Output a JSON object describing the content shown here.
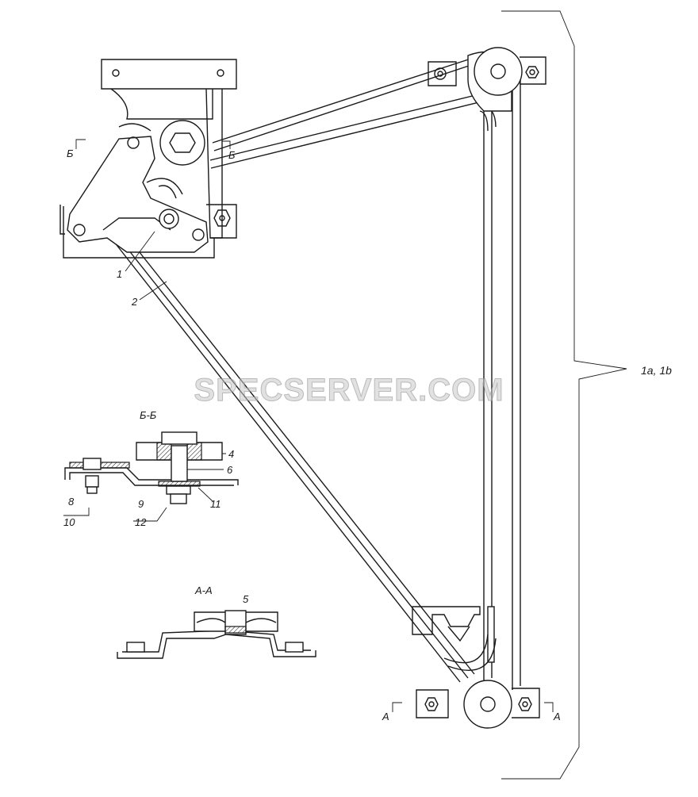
{
  "watermark": "SPECSERVER.COM",
  "section_labels": {
    "bb": "Б-Б",
    "aa": "А-А",
    "cut_b_left": "Б",
    "cut_b_right": "Б",
    "cut_a_left": "А",
    "cut_a_right": "А"
  },
  "callouts": {
    "c1": "1",
    "c2": "2",
    "c4": "4",
    "c5": "5",
    "c6": "6",
    "c8": "8",
    "c9": "9",
    "c10": "10",
    "c11": "11",
    "c12": "12",
    "assembly": "1a, 1b"
  }
}
